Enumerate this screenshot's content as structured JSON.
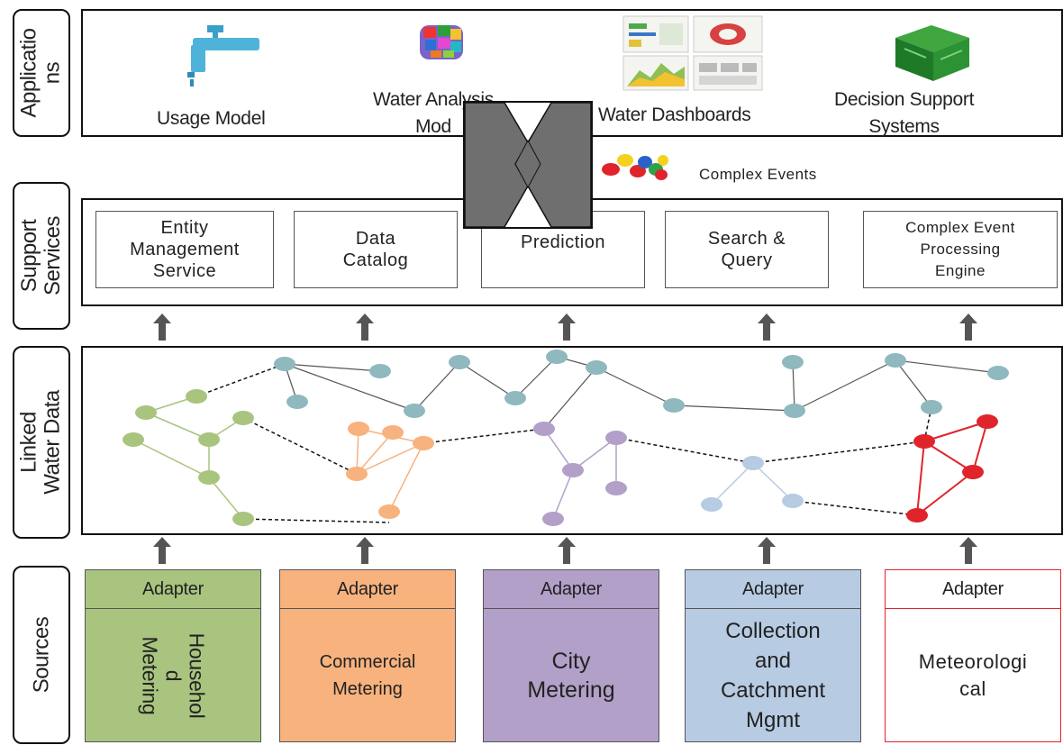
{
  "layers": {
    "applications": "Applicatio ns",
    "applications_lines": [
      "Applicatio",
      "ns"
    ],
    "support_services_lines": [
      "Support",
      "Services"
    ],
    "linked_water_data_lines": [
      "Linked",
      "Water Data"
    ],
    "sources": "Sources"
  },
  "applications": [
    {
      "label": "Usage Model",
      "icon": "tap-icon"
    },
    {
      "label_lines": [
        "Water Analysis",
        "Mod"
      ],
      "icon": "cube-cluster-icon"
    },
    {
      "label": "Water Dashboards",
      "icon": "dashboard-thumbnails-icon"
    },
    {
      "label_lines": [
        "Decision Support",
        "Systems"
      ],
      "icon": "green-box-icon"
    }
  ],
  "complex_events": {
    "label": "Complex Events",
    "icon": "event-blobs-icon"
  },
  "support_services": [
    {
      "lines": [
        "Entity",
        "Management",
        "Service"
      ]
    },
    {
      "lines": [
        "Data",
        "Catalog"
      ]
    },
    {
      "lines": [
        "Prediction"
      ]
    },
    {
      "lines": [
        "Search &",
        "Query"
      ]
    },
    {
      "lines": [
        "Complex Event",
        "Processing",
        "Engine"
      ]
    }
  ],
  "sources": [
    {
      "adapter": "Adapter",
      "lines": [
        "Househol",
        "d",
        "Metering"
      ],
      "color": "#a9c47f",
      "border": "#555555"
    },
    {
      "adapter": "Adapter",
      "lines": [
        "Commercial",
        "Metering"
      ],
      "color": "#f7b27e",
      "border": "#555555"
    },
    {
      "adapter": "Adapter",
      "lines": [
        "City",
        "Metering"
      ],
      "color": "#b2a0c8",
      "border": "#555555"
    },
    {
      "adapter": "Adapter",
      "lines": [
        "Collection",
        "and",
        "Catchment",
        "Mgmt"
      ],
      "color": "#b7cbe3",
      "border": "#555555"
    },
    {
      "adapter": "Adapter",
      "lines": [
        "Meteorologi",
        "cal"
      ],
      "color": "#ffffff",
      "border": "#e0242b"
    }
  ],
  "colors": {
    "green": "#a9c47f",
    "orange": "#f7b27e",
    "purple": "#b2a0c8",
    "blue": "#b7cbe3",
    "teal": "#8fb8bf",
    "red": "#e0242b"
  }
}
